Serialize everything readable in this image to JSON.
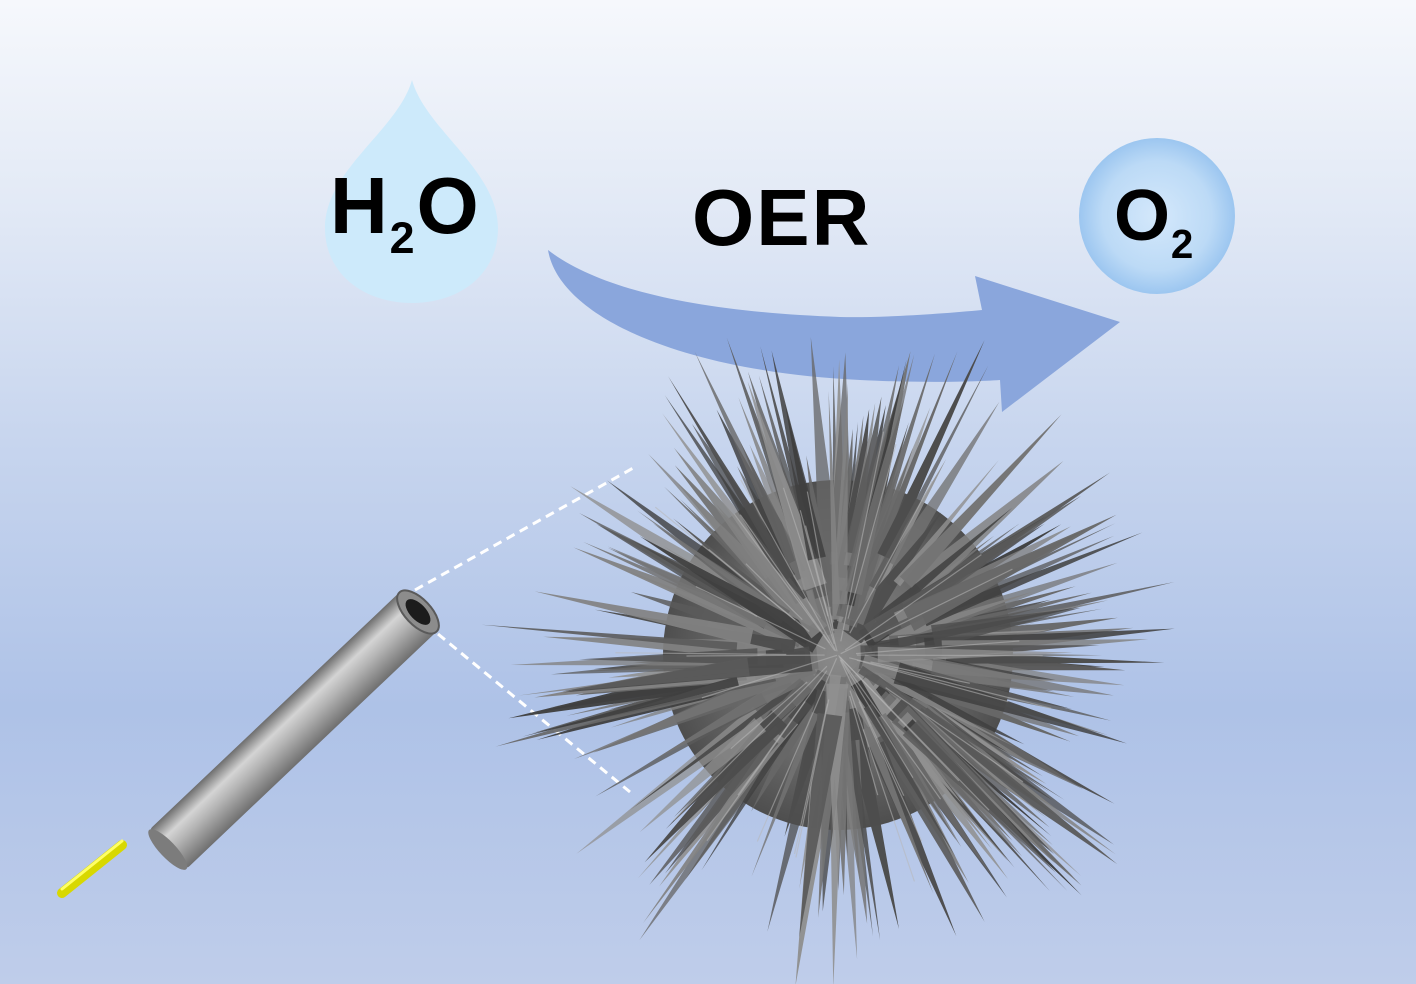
{
  "reactant": {
    "text": "H",
    "subscript": "2",
    "tail": "O",
    "icon": "water-drop-icon",
    "color": "#cfeafb"
  },
  "reaction": {
    "label": "OER",
    "icon": "curved-arrow-icon",
    "color": "#8aa6dc"
  },
  "product": {
    "text": "O",
    "subscript": "2",
    "icon": "gas-bubble-icon",
    "color": "#bcdaf6"
  },
  "electrode": {
    "icon": "electrode-tube-icon",
    "lead_icon": "yellow-wire-icon",
    "colors": {
      "tube": "#9c9c9c",
      "wire": "#e8e800"
    }
  },
  "catalyst": {
    "icon": "urchin-nanostructure-icon",
    "color": "#5e5e5e"
  },
  "zoom": {
    "icon": "dashed-zoom-lines-icon",
    "color": "#ffffff"
  }
}
